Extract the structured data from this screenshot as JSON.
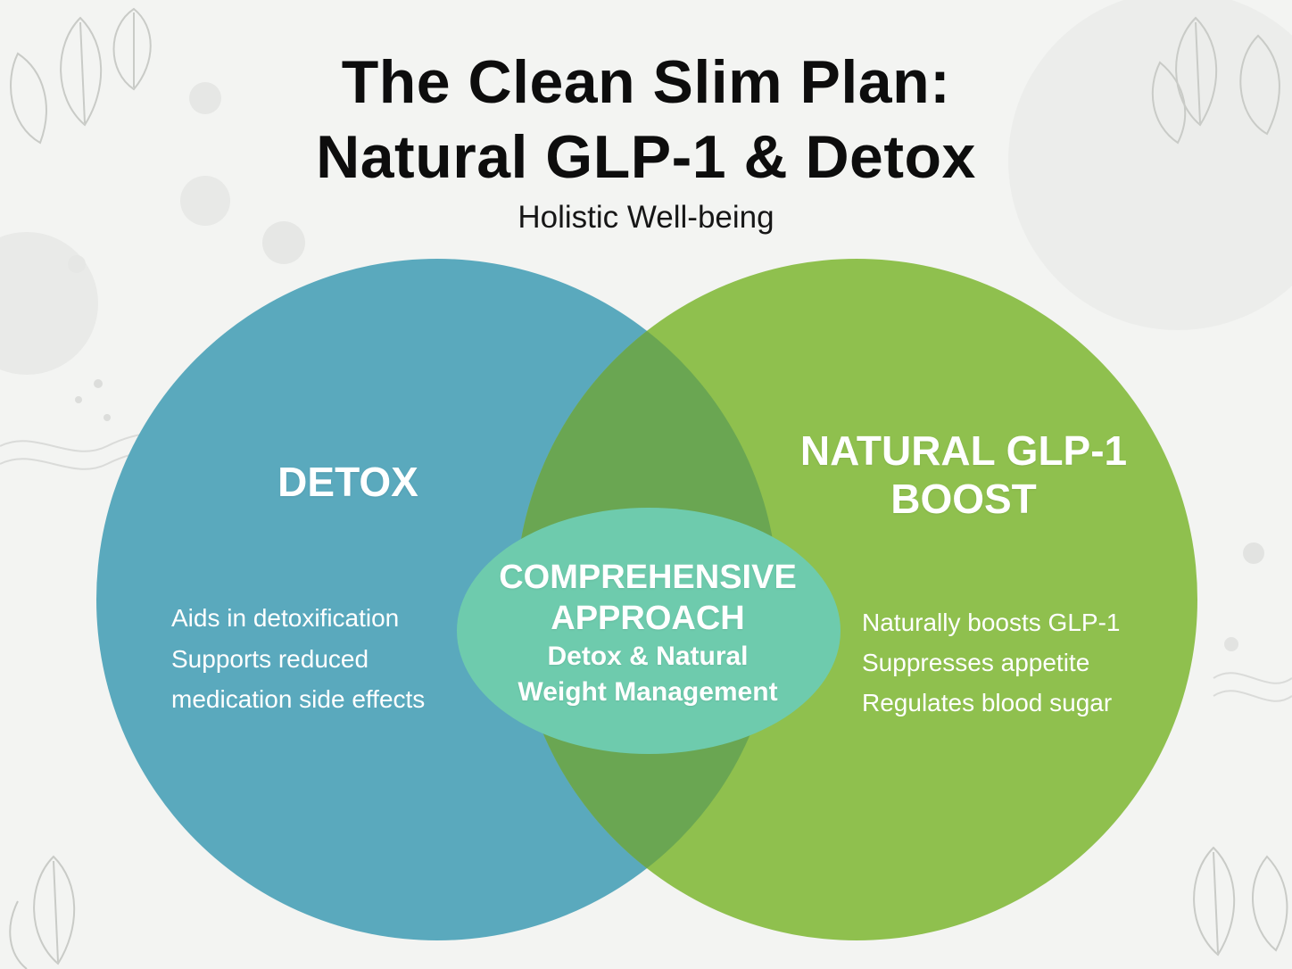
{
  "header": {
    "title_line1": "The Clean Slim Plan:",
    "title_line2": "Natural GLP-1 & Detox",
    "subtitle": "Holistic Well-being"
  },
  "venn": {
    "left": {
      "heading": "DETOX",
      "items": [
        "Aids in detoxification",
        "Supports reduced",
        "medication side effects"
      ],
      "color": "#5aa9bd"
    },
    "right": {
      "heading_line1": "NATURAL GLP-1",
      "heading_line2": "BOOST",
      "items": [
        "Naturally boosts GLP-1",
        "Suppresses appetite",
        "Regulates blood sugar"
      ],
      "color": "#8fc04e"
    },
    "overlap": {
      "color": "#6aa652"
    },
    "center": {
      "title_line1": "COMPREHENSIVE",
      "title_line2": "APPROACH",
      "sub_line1": "Detox & Natural",
      "sub_line2": "Weight Management",
      "color": "#6ecbad"
    }
  },
  "decor": {
    "leaf_icon": "leaf-icon",
    "leaf_color": "#c9cbc7"
  }
}
